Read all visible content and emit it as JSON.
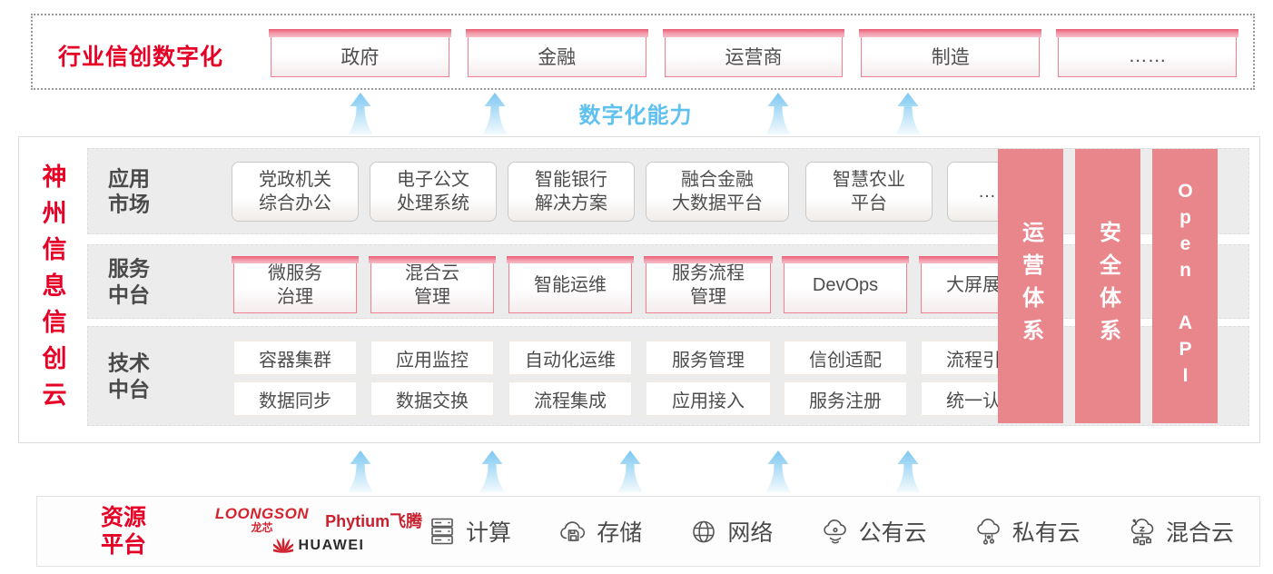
{
  "industry_band": {
    "title": "行业信创数字化",
    "items": [
      "政府",
      "金融",
      "运营商",
      "制造",
      "……"
    ]
  },
  "capability_label": "数字化能力",
  "platform": {
    "title": "神州信息信创云",
    "pillars": [
      "运营体系",
      "安全体系",
      "Open API"
    ],
    "rows": [
      {
        "label_lines": [
          "应用",
          "市场"
        ],
        "boxes": [
          [
            "党政机关",
            "综合办公"
          ],
          [
            "电子公文",
            "处理系统"
          ],
          [
            "智能银行",
            "解决方案"
          ],
          [
            "融合金融",
            "大数据平台"
          ],
          [
            "智慧农业",
            "平台"
          ],
          [
            "……"
          ]
        ]
      },
      {
        "label_lines": [
          "服务",
          "中台"
        ],
        "boxes": [
          [
            "微服务",
            "治理"
          ],
          [
            "混合云",
            "管理"
          ],
          [
            "智能运维"
          ],
          [
            "服务流程",
            "管理"
          ],
          [
            "DevOps"
          ],
          [
            "大屏展示"
          ]
        ]
      },
      {
        "label_lines": [
          "技术",
          "中台"
        ],
        "grid": [
          [
            "容器集群",
            "应用监控",
            "自动化运维",
            "服务管理",
            "信创适配",
            "流程引擎"
          ],
          [
            "数据同步",
            "数据交换",
            "流程集成",
            "应用接入",
            "服务注册",
            "统一认证"
          ]
        ]
      }
    ]
  },
  "resources": {
    "title_lines": [
      "资源",
      "平台"
    ],
    "vendors": {
      "loongson_en": "LOONGSON",
      "loongson_cn": "龙芯",
      "phytium_en": "Phytium",
      "phytium_cn": "飞腾",
      "huawei": "HUAWEI"
    },
    "items": [
      {
        "icon": "compute-server-icon",
        "label": "计算"
      },
      {
        "icon": "storage-cloud-icon",
        "label": "存储"
      },
      {
        "icon": "network-globe-icon",
        "label": "网络"
      },
      {
        "icon": "public-cloud-icon",
        "label": "公有云"
      },
      {
        "icon": "private-cloud-icon",
        "label": "私有云"
      },
      {
        "icon": "hybrid-cloud-icon",
        "label": "混合云"
      }
    ]
  },
  "colors": {
    "accent_red": "#e60026",
    "pillar_pink": "#e8868c",
    "box_border_pink": "#ef8094",
    "capability_blue": "#5ec1ef",
    "row_gray": "#ececec"
  }
}
